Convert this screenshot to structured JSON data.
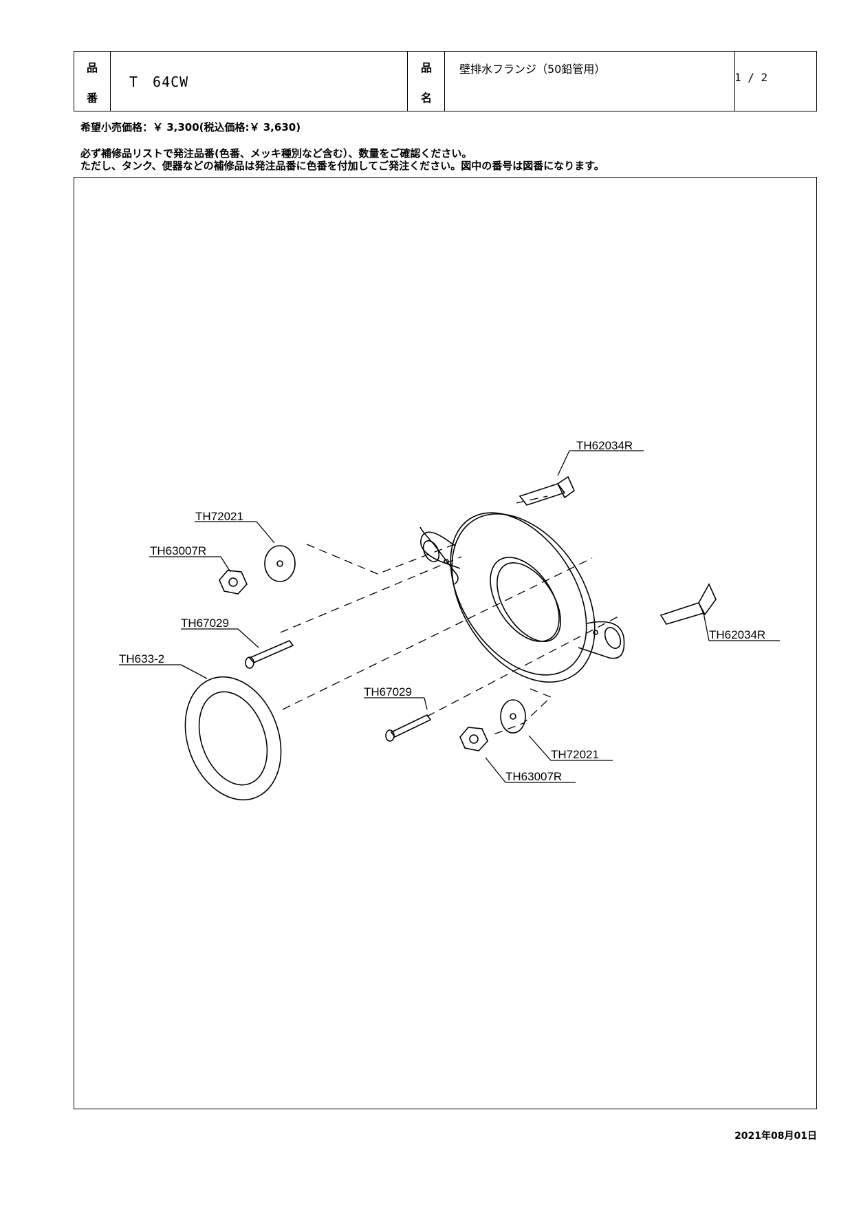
{
  "header": {
    "part_no_label_1": "品",
    "part_no_label_2": "番",
    "part_no": "T　64CW",
    "part_name_label_1": "品",
    "part_name_label_2": "名",
    "part_name": "壁排水フランジ（50鉛管用）",
    "page": "1 / 2"
  },
  "price": "希望小売価格：￥ 3,300(税込価格:￥ 3,630)",
  "notes": [
    "必ず補修品リストで発注品番(色番、メッキ種別など含む）、数量をご確認ください。",
    "ただし、タンク、便器などの補修品は発注品番に色番を付加してご発注ください。図中の番号は図番になります。"
  ],
  "callouts": {
    "bolt_top": "TH62034R",
    "bolt_right": "TH62034R",
    "washer_left": "TH72021",
    "nut_left": "TH63007R",
    "screw_left": "TH67029",
    "gasket": "TH633-2",
    "screw_lower": "TH67029",
    "washer_right": "TH72021",
    "nut_right": "TH63007R"
  },
  "date": "2021年08月01日"
}
